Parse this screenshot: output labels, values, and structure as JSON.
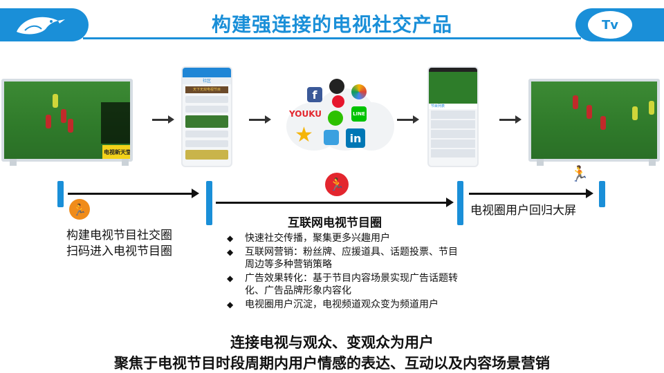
{
  "header": {
    "title": "构建强连接的电视社交产品"
  },
  "logos": {
    "left": "bird-logo",
    "right_text": "Tv"
  },
  "colors": {
    "accent": "#1a8fd8",
    "orange": "#f08c1a",
    "red": "#e3262e"
  },
  "tv_overlay": {
    "badge": "电视新天堂"
  },
  "cloud_logos": {
    "youku": "YOUKU",
    "linkedin": "in",
    "facebook": "f"
  },
  "phone_left": {
    "tab": "社区",
    "banner": "天下无双电视节目"
  },
  "phone_right": {
    "title": "节目列表"
  },
  "timeline": {
    "left_text_line1": "构建电视节目社交圈",
    "left_text_line2": "扫码进入电视节目圈",
    "middle_title": "互联网电视节目圈",
    "right_text": "电视圈用户回归大屏"
  },
  "bullets": [
    "快速社交传播，聚集更多兴趣用户",
    "互联网营销：粉丝牌、应援道具、话题投票、节目周边等多种营销策略",
    "广告效果转化：基于节目内容场景实现广告话题转化、广告品牌形象内容化",
    "电视圈用户沉淀，电视频道观众变为频道用户"
  ],
  "bottom": {
    "line1": "连接电视与观众、变观众为用户",
    "line2": "聚焦于电视节目时段周期内用户情感的表达、互动以及内容场景营销"
  }
}
